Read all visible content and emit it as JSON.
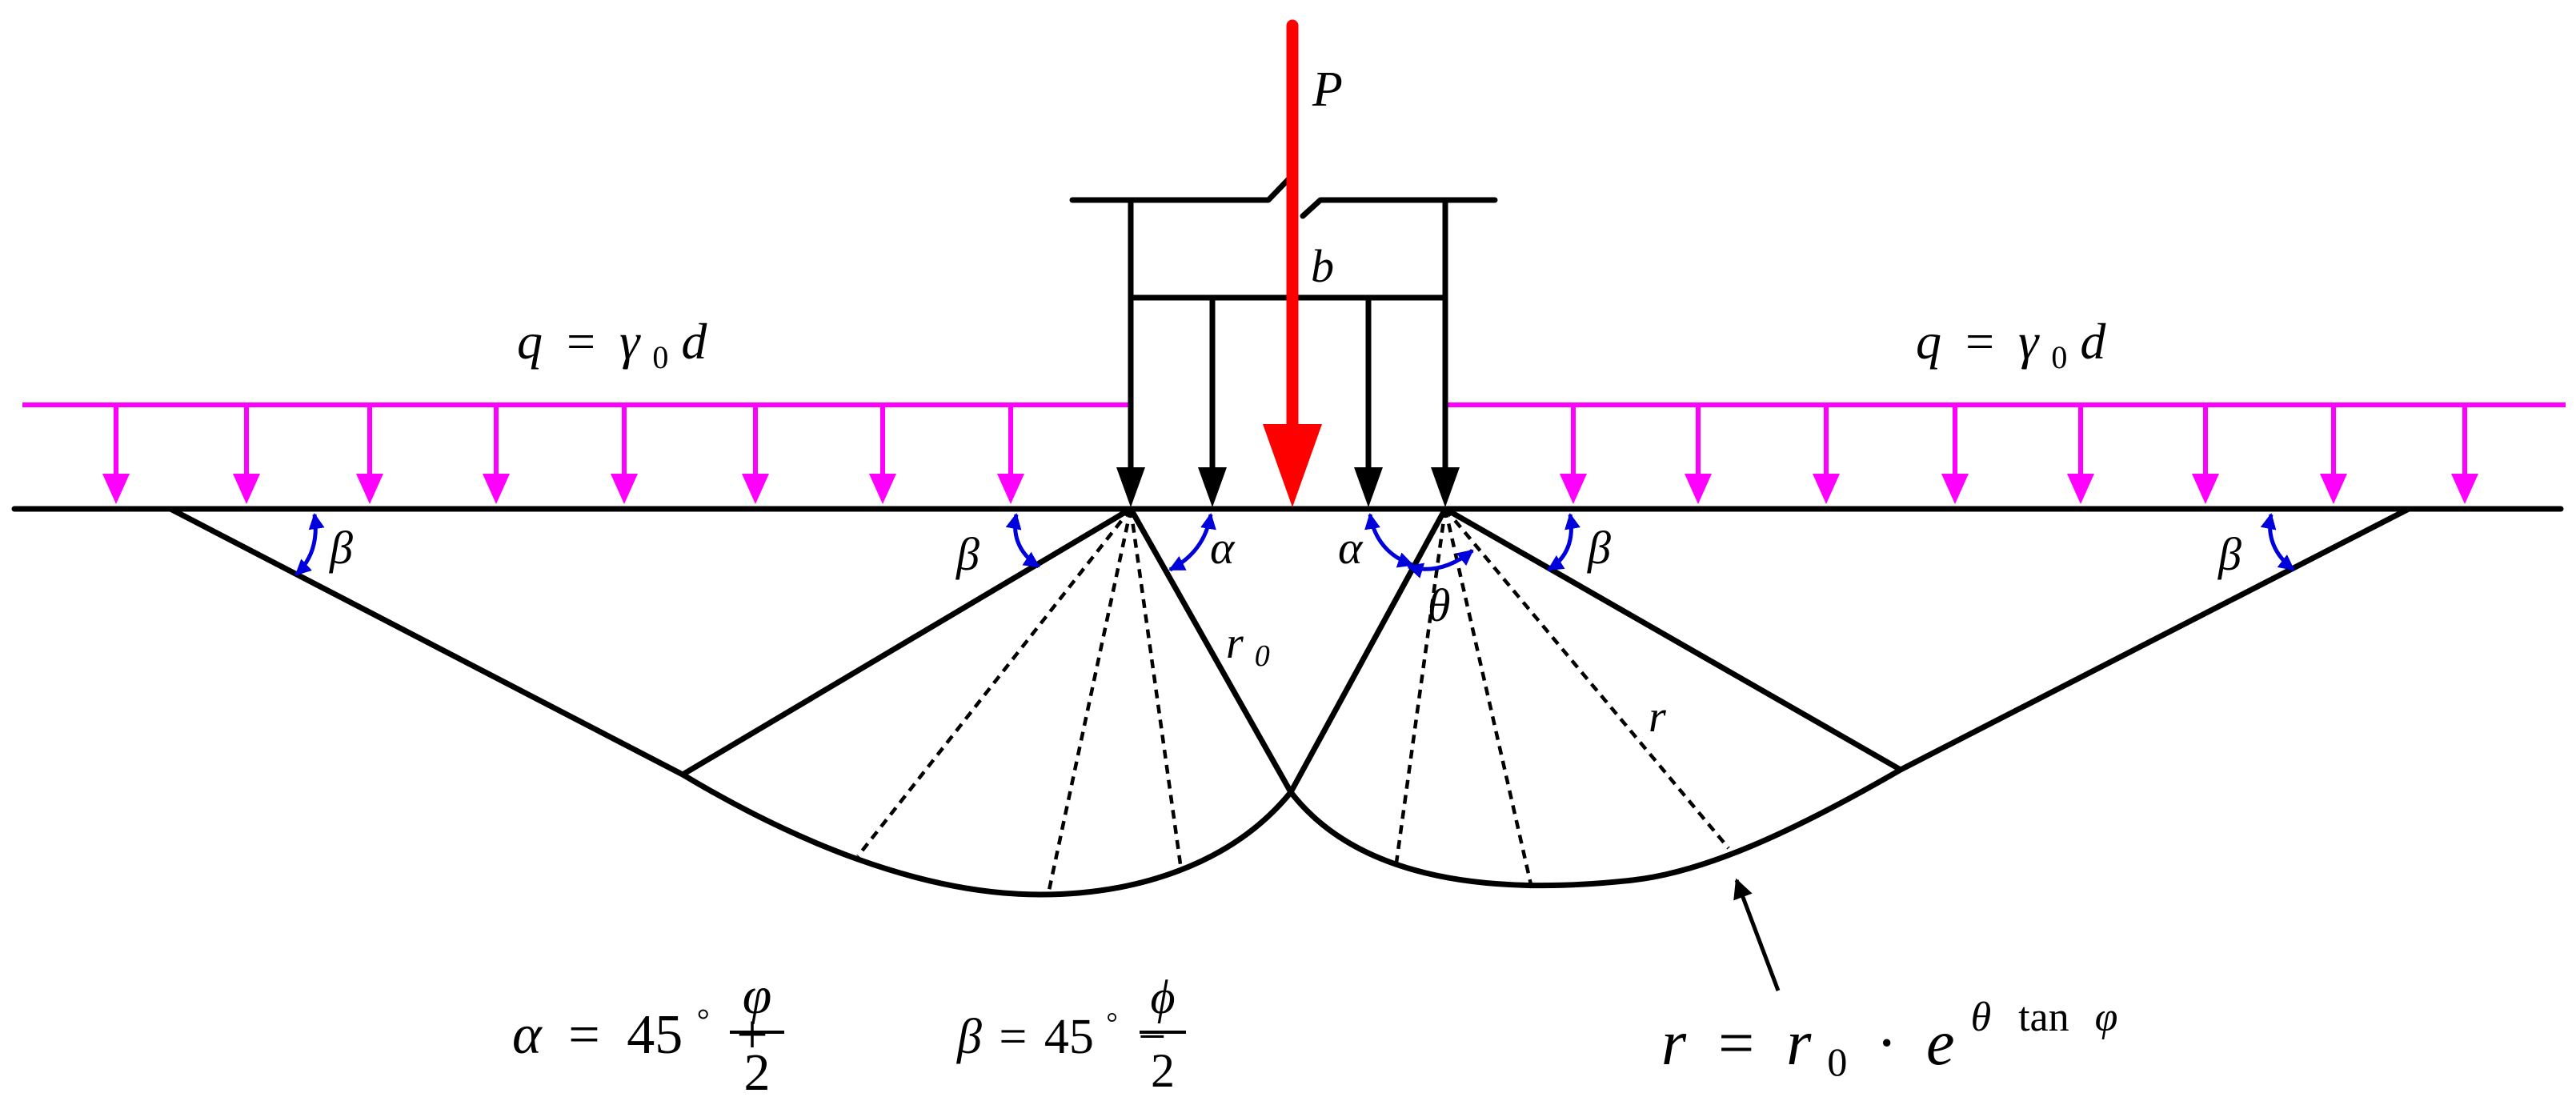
{
  "labels": {
    "load": "P",
    "width": "b",
    "surcharge_left": {
      "q": "q",
      "eq": "=",
      "gamma": "γ",
      "sub": "0",
      "d": "d"
    },
    "surcharge_right": {
      "q": "q",
      "eq": "=",
      "gamma": "γ",
      "sub": "0",
      "d": "d"
    },
    "beta": "β",
    "alpha": "α",
    "theta": "θ",
    "r0": {
      "r": "r",
      "sub": "0"
    },
    "r": "r"
  },
  "formulas": {
    "alpha_def": {
      "lhs": "α",
      "eq": "=",
      "value": "45",
      "deg": "°",
      "plus": "+",
      "num": "φ",
      "den": "2"
    },
    "beta_def": {
      "lhs": "β",
      "eq": "=",
      "value": "45",
      "deg": "°",
      "minus": "−",
      "num": "ϕ",
      "den": "2"
    },
    "spiral": {
      "lhs": "r",
      "eq": "=",
      "r0": "r",
      "sub0": "0",
      "dot": "·",
      "e": "e",
      "exp_theta": "θ",
      "exp_tan": "tan",
      "exp_phi": "φ"
    }
  },
  "colors": {
    "structure": "#000000",
    "load_arrow": "#ff0000",
    "surcharge": "#ff00ff",
    "angle_marks": "#0000dd"
  }
}
